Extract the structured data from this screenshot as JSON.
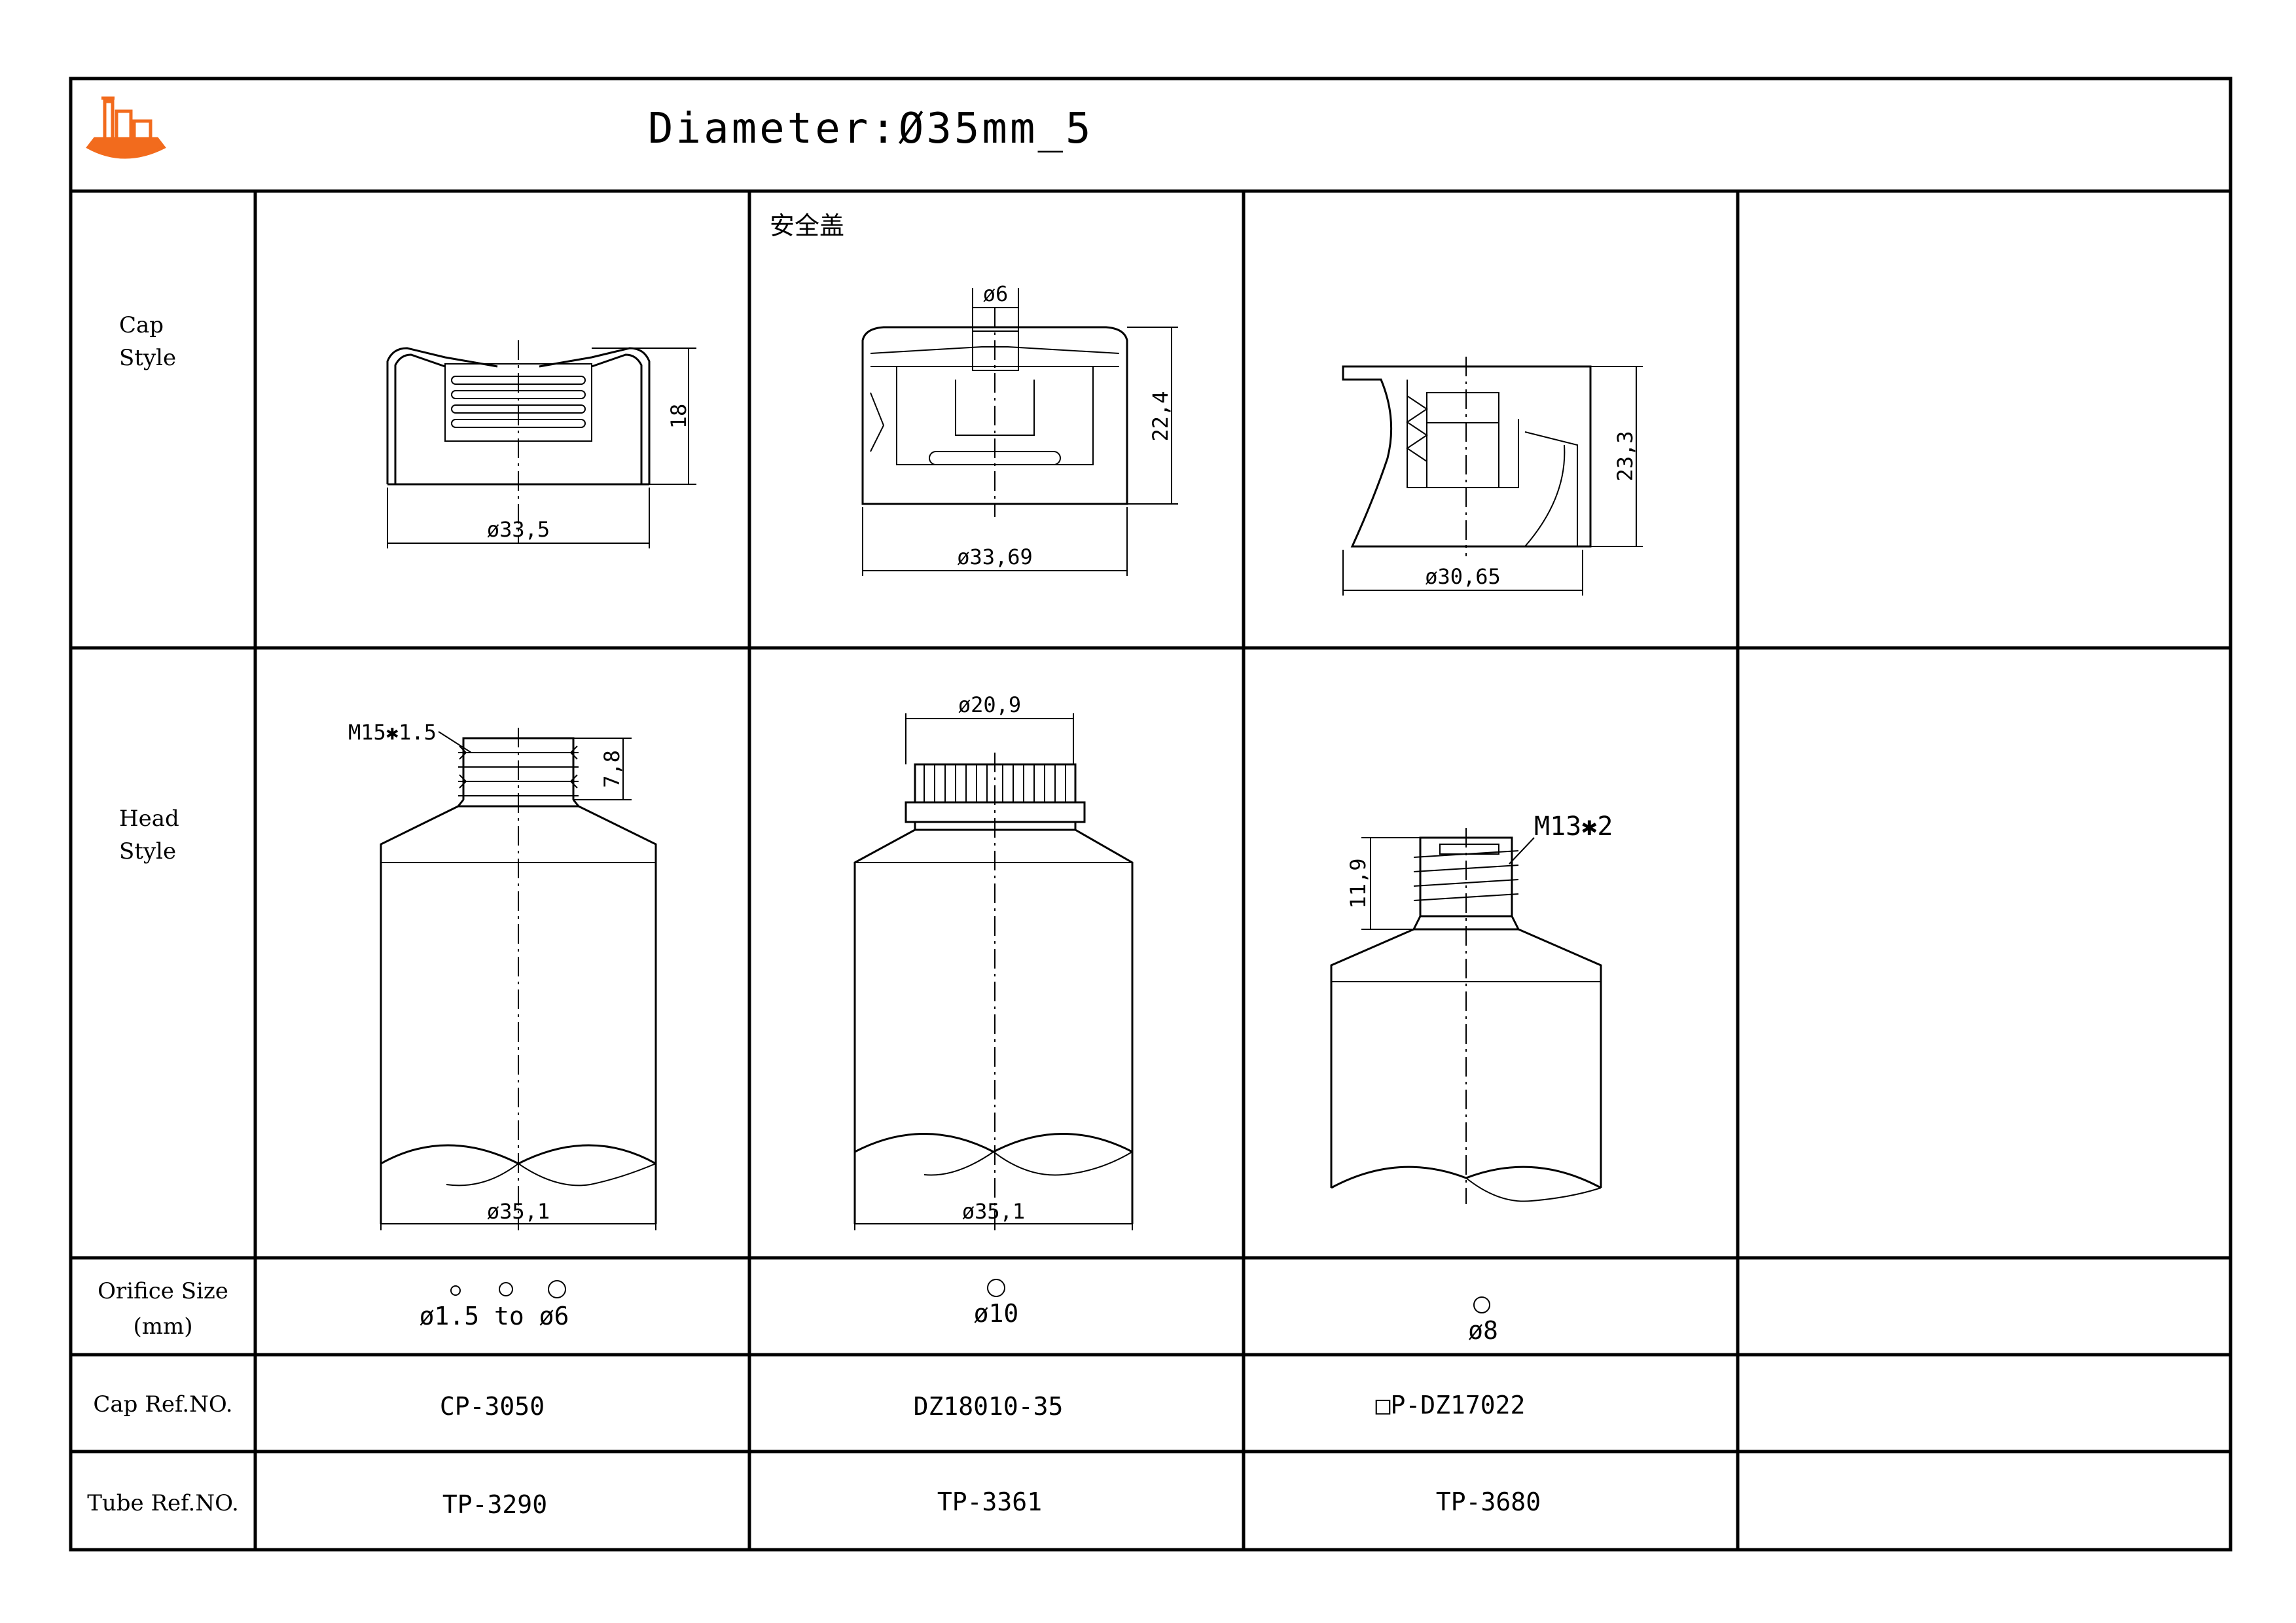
{
  "title": "Diameter:Ø35mm_5",
  "logo": {
    "icon": "factory-ship-logo",
    "color": "#f26b1d"
  },
  "rows": {
    "cap_style": "Cap\nStyle",
    "head_style": "Head\nStyle",
    "orifice_size": "Orifice Size",
    "orifice_unit": "(mm)",
    "cap_ref": "Cap Ref.NO.",
    "tube_ref": "Tube Ref.NO."
  },
  "cap_style_label_lines": [
    "Cap",
    "Style"
  ],
  "head_style_label_lines": [
    "Head",
    "Style"
  ],
  "columns": [
    {
      "cap": {
        "note": "",
        "width_dim": "ø33,5",
        "height_dim": "18"
      },
      "head": {
        "thread": "M15✱1.5",
        "thread_height": "7,8",
        "width_dim": "ø35,1"
      },
      "orifice": "ø1.5 to ø6",
      "cap_ref": "CP-3050",
      "tube_ref": "TP-3290"
    },
    {
      "cap": {
        "note": "安全盖",
        "top_dim": "ø6",
        "width_dim": "ø33,69",
        "height_dim": "22,4"
      },
      "head": {
        "top_dim": "ø20,9",
        "width_dim": "ø35,1"
      },
      "orifice": "ø10",
      "cap_ref": "DZ18010-35",
      "tube_ref": "TP-3361"
    },
    {
      "cap": {
        "note": "",
        "width_dim": "ø30,65",
        "height_dim": "23,3"
      },
      "head": {
        "thread": "M13✱2",
        "thread_height": "11,9"
      },
      "orifice": "ø8",
      "cap_ref": "□P-DZ17022",
      "tube_ref": "TP-3680"
    },
    {
      "cap": {},
      "head": {},
      "orifice": "",
      "cap_ref": "",
      "tube_ref": ""
    }
  ]
}
